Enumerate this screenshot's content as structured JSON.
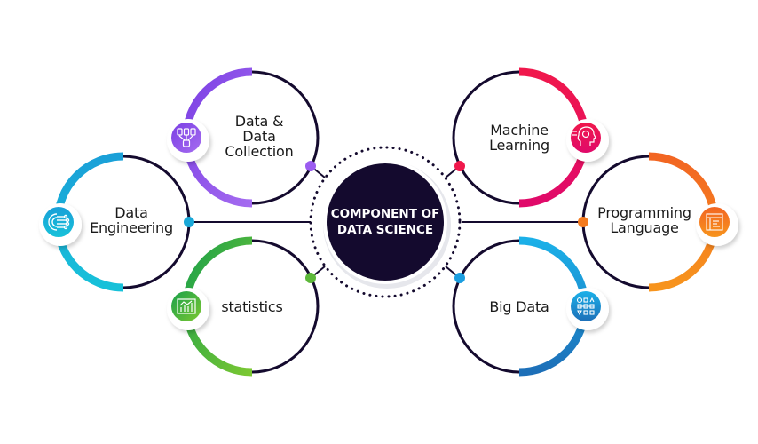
{
  "title": "COMPONENT OF DATA SCIENCE",
  "center": {
    "line1": "COMPONENT OF",
    "line2": "DATA SCIENCE",
    "fill": "#140a2e"
  },
  "outline_color": "#140a2e",
  "components": [
    {
      "id": "data-engineering",
      "lines": [
        "Data",
        "Engineering"
      ],
      "icon": "gear-circuit-icon",
      "color_start": "#1aa0d8",
      "color_end": "#17c1d9"
    },
    {
      "id": "data-collection",
      "lines": [
        "Data &",
        "Data",
        "Collection"
      ],
      "icon": "database-funnel-icon",
      "color_start": "#7b3fe4",
      "color_end": "#a56cf0"
    },
    {
      "id": "statistics",
      "lines": [
        "statistics"
      ],
      "icon": "bar-chart-icon",
      "color_start": "#1aa04a",
      "color_end": "#7cc832"
    },
    {
      "id": "machine-learning",
      "lines": [
        "Machine",
        "Learning"
      ],
      "icon": "brain-head-icon",
      "color_start": "#f0184c",
      "color_end": "#e00a6a"
    },
    {
      "id": "programming-language",
      "lines": [
        "Programming",
        "Language"
      ],
      "icon": "code-window-icon",
      "color_start": "#f26522",
      "color_end": "#f7941d"
    },
    {
      "id": "big-data",
      "lines": [
        "Big Data"
      ],
      "icon": "network-nodes-icon",
      "color_start": "#1b9ee0",
      "color_end": "#1d6fb8"
    }
  ]
}
